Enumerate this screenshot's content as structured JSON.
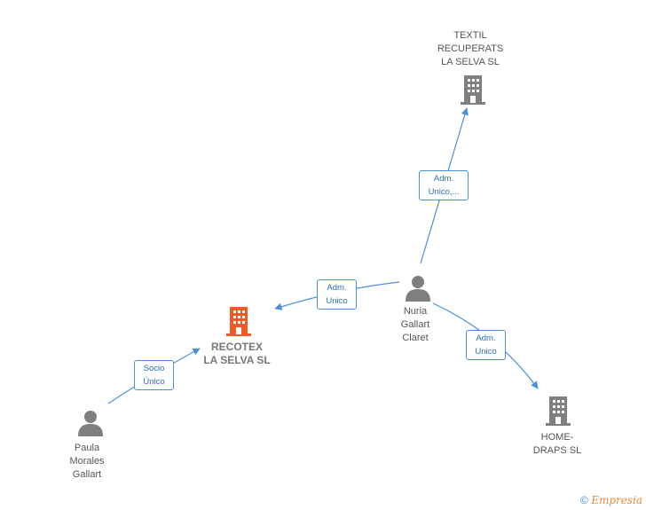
{
  "nodes": {
    "textil": {
      "label": "TEXTIL\nRECUPERATS\nLA SELVA  SL",
      "type": "company",
      "color": "#7f7f7f"
    },
    "recotex": {
      "label": "RECOTEX\nLA SELVA  SL",
      "type": "company",
      "color": "#f15a24"
    },
    "homedraps": {
      "label": "HOME-\nDRAPS SL",
      "type": "company",
      "color": "#7f7f7f"
    },
    "nuria": {
      "label": "Nuria\nGallart\nClaret",
      "type": "person",
      "color": "#7f7f7f"
    },
    "paula": {
      "label": "Paula\nMorales\nGallart",
      "type": "person",
      "color": "#7f7f7f"
    }
  },
  "edges": {
    "nuria_textil": {
      "label": "Adm.\nUnico,..."
    },
    "nuria_recotex": {
      "label": "Adm.\nUnico"
    },
    "nuria_homedraps": {
      "label": "Adm.\nUnico"
    },
    "paula_recotex": {
      "label": "Socio\nÚnico"
    }
  },
  "colors": {
    "edge": "#4a90d9",
    "accent": "#f15a24",
    "neutral": "#7f7f7f"
  },
  "footer": {
    "copyright_symbol": "©",
    "brand": "Empresia"
  }
}
